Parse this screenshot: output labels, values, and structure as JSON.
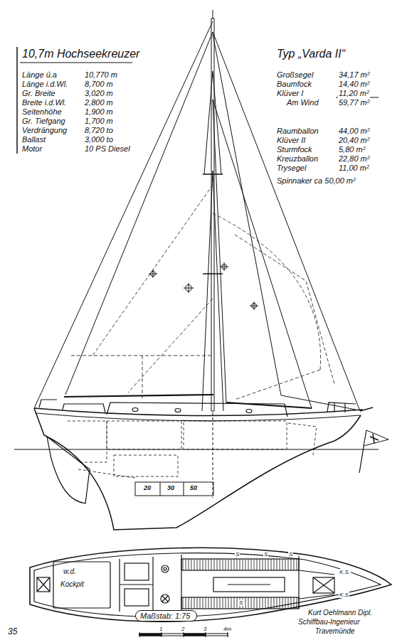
{
  "diagram": {
    "title": "10,7m Hochseekreuzer",
    "nodes": [
      {
        "text": [
          "Maßstab: 1:75"
        ]
      }
    ],
    "labels": [
      "Typ „Varda II“",
      "Länge ü.a",
      "10,770 m",
      "Länge i.d.Wl.",
      "8,700 m",
      "Gr. Breite",
      "3,020 m",
      "Breite i.d.Wl.",
      "2,800 m",
      "Seitenhöhe",
      "1,900 m",
      "Gr. Tiefgang",
      "1,700 m",
      "Verdrängung",
      "8,720 to",
      "Ballast",
      "3,000 to",
      "Motor",
      "10 PS Diesel",
      "Großsegel",
      "34,17 m²",
      "Baumfock",
      "14,40 m²",
      "Klüver I",
      "11,20 m²",
      "Am Wind",
      "59,77 m²",
      "Raumballon",
      "44,00 m²",
      "Klüver II",
      "20,40 m²",
      "Sturmfock",
      "5,80 m²",
      "Kreuzballon",
      "22,80 m²",
      "Trysegel",
      "11,00 m²",
      "Spinnaker ca 50,00 m²",
      "20",
      "30",
      "50",
      "w.d.",
      "Kockpit",
      "S",
      "S",
      "S",
      "S",
      "K.S.",
      "K.S",
      "1",
      "2",
      "3",
      "4m",
      "Kurt Oehlmann Dipl.",
      "Schiffbau-Ingenieur",
      "Travemünde",
      "35"
    ]
  }
}
